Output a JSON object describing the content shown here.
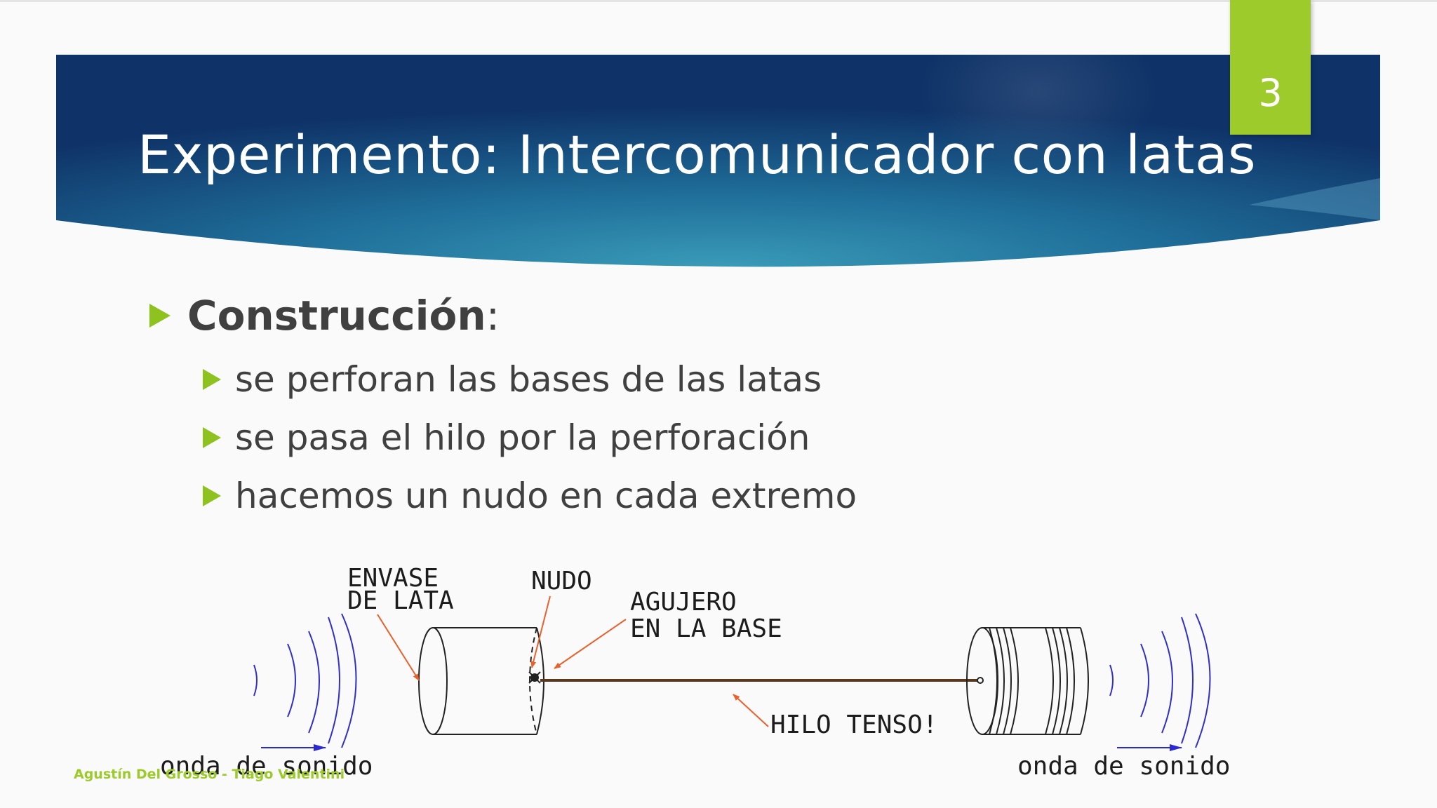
{
  "slide": {
    "number": "3",
    "title": "Experimento: Intercomunicador con latas",
    "heading": {
      "strong": "Construcción",
      "suffix": ":"
    },
    "bullets": [
      "se perforan las bases de las latas",
      "se pasa el hilo por la perforación",
      "hacemos un nudo en cada extremo"
    ],
    "footer": "Agustín Del Grosso - Tiago Valentini"
  },
  "diagram": {
    "labels": {
      "envase_1": "ENVASE",
      "envase_2": "DE LATA",
      "nudo": "NUDO",
      "agujero_1": "AGUJERO",
      "agujero_2": "EN LA BASE",
      "hilo": "HILO TENSO!",
      "onda_left": "onda de sonido",
      "onda_right": "onda de sonido"
    }
  },
  "colors": {
    "banner_dark": "#0f3a6e",
    "banner_light": "#2b88a8",
    "accent_green": "#9dcb2b",
    "arrow_orange": "#e8612c",
    "wave_blue": "#3030c8"
  }
}
